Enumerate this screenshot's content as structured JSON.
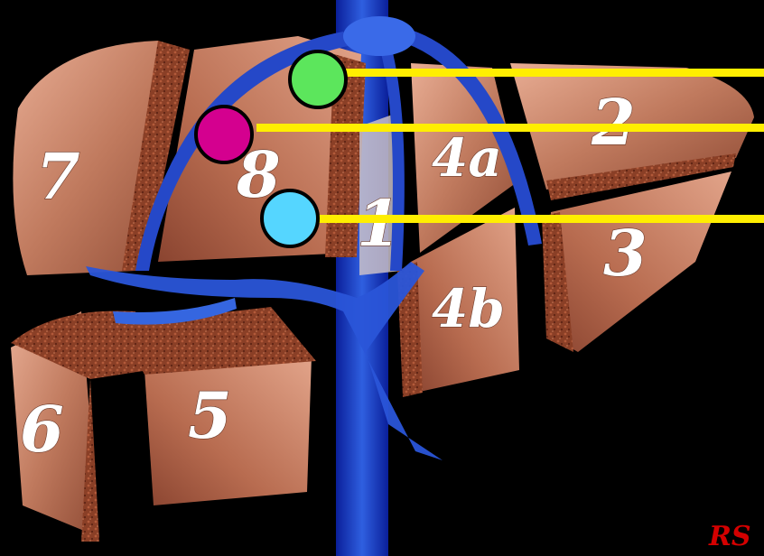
{
  "segments": {
    "s1": "1",
    "s2": "2",
    "s3": "3",
    "s4a": "4a",
    "s4b": "4b",
    "s5": "5",
    "s6": "6",
    "s7": "7",
    "s8": "8"
  },
  "signature": "RS",
  "markers": [
    {
      "name": "green-marker",
      "color": "#5ce65c"
    },
    {
      "name": "magenta-marker",
      "color": "#d4008f"
    },
    {
      "name": "cyan-marker",
      "color": "#55d6ff"
    }
  ],
  "colors": {
    "background": "#000000",
    "liver": "#b8694f",
    "liver_light": "#e2a58c",
    "cut_surface": "#7a3a24",
    "vessel": "#1f3fbf",
    "vessel_light": "#4f7de0",
    "leader_line": "#ffee00"
  }
}
